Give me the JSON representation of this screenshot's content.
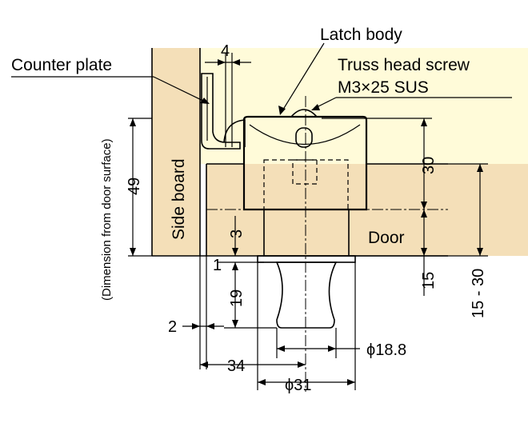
{
  "labels": {
    "latch_body": "Latch body",
    "counter_plate": "Counter plate",
    "screw_line1": "Truss head screw",
    "screw_line2": "M3×25 SUS",
    "side_board": "Side board",
    "door": "Door",
    "dimension_note": "(Dimension from door surface)"
  },
  "dimensions": {
    "d4": "4",
    "d49": "49",
    "d30": "30",
    "d3": "3",
    "d1": "1",
    "d19": "19",
    "d15": "15",
    "d15_30": "15 - 30",
    "d2": "2",
    "d34": "34",
    "dia18_8": "ϕ18.8",
    "dia31": "ϕ31"
  },
  "colors": {
    "board_fill": "#f4dfb8",
    "panel_fill": "#fffbd9",
    "line": "#000000"
  }
}
